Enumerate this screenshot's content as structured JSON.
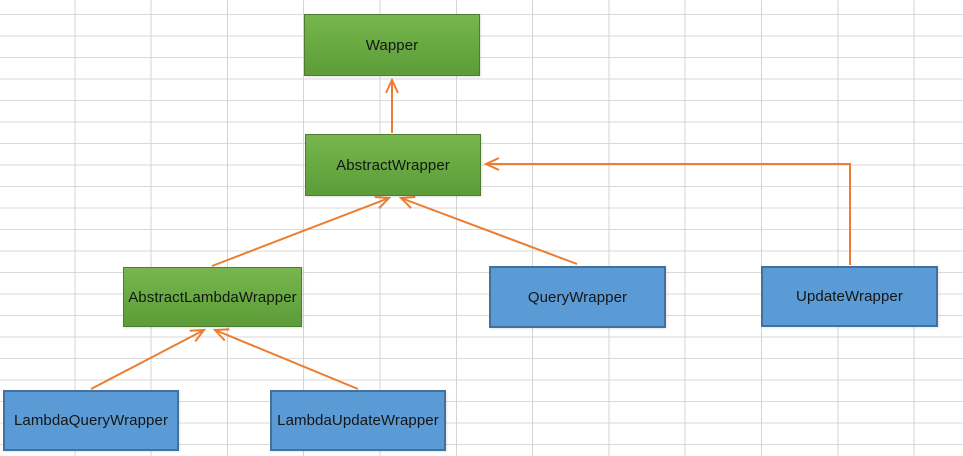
{
  "diagram": {
    "nodes": [
      {
        "id": "wapper",
        "label": "Wapper",
        "color": "green"
      },
      {
        "id": "abstract-wrapper",
        "label": "AbstractWrapper",
        "color": "green"
      },
      {
        "id": "abstract-lambda-wrapper",
        "label": "AbstractLambdaWrapper",
        "color": "green"
      },
      {
        "id": "query-wrapper",
        "label": "QueryWrapper",
        "color": "blue"
      },
      {
        "id": "update-wrapper",
        "label": "UpdateWrapper",
        "color": "blue"
      },
      {
        "id": "lambda-query-wrapper",
        "label": "LambdaQueryWrapper",
        "color": "blue"
      },
      {
        "id": "lambda-update-wrapper",
        "label": "LambdaUpdateWrapper",
        "color": "blue"
      }
    ],
    "edges": [
      {
        "from": "AbstractWrapper",
        "to": "Wapper"
      },
      {
        "from": "AbstractLambdaWrapper",
        "to": "AbstractWrapper"
      },
      {
        "from": "QueryWrapper",
        "to": "AbstractWrapper"
      },
      {
        "from": "UpdateWrapper",
        "to": "AbstractWrapper"
      },
      {
        "from": "LambdaQueryWrapper",
        "to": "AbstractLambdaWrapper"
      },
      {
        "from": "LambdaUpdateWrapper",
        "to": "AbstractLambdaWrapper"
      }
    ],
    "colors": {
      "green_fill_top": "#78b54e",
      "green_fill_bottom": "#5d9c39",
      "green_border": "#4e7e2d",
      "blue_fill": "#5b9bd5",
      "blue_border": "#41719c",
      "arrow": "#ED7D31",
      "grid_line": "#d9d9d9",
      "background": "#ffffff",
      "text": "#151515"
    }
  }
}
